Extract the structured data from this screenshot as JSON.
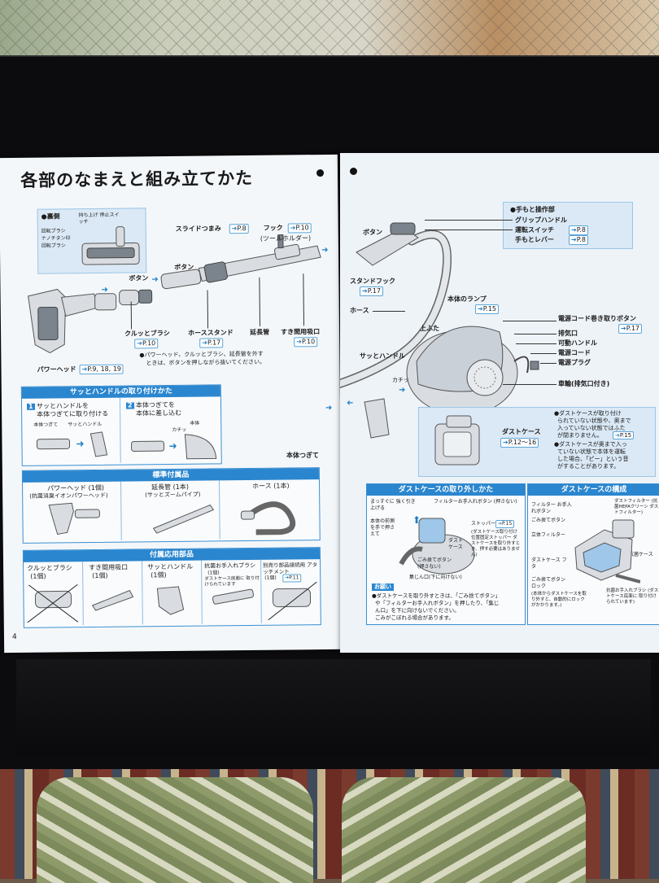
{
  "left_page": {
    "title": "各部のなまえと組み立てかた",
    "page_number": "4",
    "underside_box": {
      "heading": "●裏側",
      "switch_label": "持ち上げ 停止スイッチ",
      "brush_labels": [
        "回転ブラシ",
        "ナノチタン印",
        "回転ブラシ"
      ]
    },
    "parts": {
      "slide_knob": "スライドつまみ",
      "slide_knob_ref": "P.8",
      "hook": "フック",
      "hook_ref": "P.10",
      "hook_sub": "(ツールホルダー)",
      "button_1": "ボタン",
      "button_2": "ボタン",
      "kurutto_brush": "クルッとブラシ",
      "kurutto_ref": "P.10",
      "hose_stand": "ホーススタンド",
      "hose_stand_ref": "P.17",
      "extension_pipe": "延長管",
      "gap_nozzle": "すき間用吸口",
      "gap_nozzle_ref": "P.10",
      "power_head": "パワーヘッド",
      "power_head_ref": "P.9, 18, 19",
      "note_line1": "●パワーヘッド、クルッとブラシ、延長管を外す",
      "note_line2": "ときは、ボタンを押しながら抜いてください。"
    },
    "handle_panel": {
      "title": "サッとハンドルの取り付けかた",
      "step1_num": "1",
      "step1_l1": "サッとハンドルを",
      "step1_l2": "本体つぎてに取り付ける",
      "step1_a": "本体つぎて",
      "step1_b": "サッとハンドル",
      "step2_num": "2",
      "step2_l1": "本体つぎてを",
      "step2_l2": "本体に差し込む",
      "step2_a": "本体",
      "step2_b": "カチッ"
    },
    "standard_panel": {
      "title": "標準付属品",
      "items": [
        {
          "name": "パワーヘッド (1個)",
          "sub": "(抗菌消臭イオンパワーヘッド)"
        },
        {
          "name": "延長管 (1本)",
          "sub": "(サッとズームパイプ)"
        },
        {
          "name": "ホース (1本)",
          "sub": ""
        }
      ]
    },
    "accessory_panel": {
      "title": "付属応用部品",
      "items": [
        {
          "name": "クルッとブラシ",
          "qty": "(1個)",
          "extra": ""
        },
        {
          "name": "すき間用吸口",
          "qty": "(1個)",
          "extra": ""
        },
        {
          "name": "サッとハンドル",
          "qty": "(1個)",
          "extra": ""
        },
        {
          "name": "抗菌お手入れブラシ",
          "qty": "(1個)",
          "extra": "ダストケース底面に 取り付けられています"
        },
        {
          "name": "別売り部品接続用 アタッチメント",
          "qty": "(1個)",
          "extra": "P.11"
        }
      ]
    }
  },
  "right_page": {
    "parts": {
      "hand_section": "●手もと操作部",
      "grip_handle": "グリップハンドル",
      "run_switch": "運転スイッチ",
      "run_switch_ref": "P.8",
      "hand_lever": "手もとレバー",
      "hand_lever_ref": "P.8",
      "button": "ボタン",
      "stand_hook": "スタンドフック",
      "stand_hook_ref": "P.17",
      "hose": "ホース",
      "body_lamp": "本体のランプ",
      "body_lamp_ref": "P.15",
      "top_cover": "上ふた",
      "cord_button": "電源コード巻き取りボタン",
      "cord_button_ref": "P.17",
      "exhaust": "排気口",
      "movable_handle": "可動ハンドル",
      "power_cord": "電源コード",
      "power_plug": "電源プラグ",
      "wheel": "車輪(排気口付き)",
      "satto_handle": "サッとハンドル",
      "click": "カチッ",
      "body_joint": "本体つぎて"
    },
    "dust_box": {
      "label": "ダストケース",
      "ref": "P.12～16",
      "note1_lines": [
        "●ダストケースが取り付け",
        "られていない状態や、奥まで",
        "入っていない状態ではふた",
        "が閉まりません。"
      ],
      "note1_ref": "P.15",
      "note2_lines": [
        "●ダストケースが奥まで入っ",
        "ていない状態で本体を運転",
        "した場合、「ピー」という音",
        "がすることがあります。"
      ]
    },
    "removal_panel": {
      "title": "ダストケースの取り外しかた",
      "step2": "まっすぐに 強く引き上げる",
      "step1": "本体の前側を手で押さえて",
      "filter_button": "フィルターお手入れボタン (押さない)",
      "dust_case": "ダスト ケース",
      "dust_button": "ごみ捨てボタン (押さない)",
      "stopper": "ストッパー",
      "stopper_ref": "P.15",
      "stopper_note": "(ダストケース取り付け 位置固定ストッパー ダストケースを取り外すとき、押す必要はありません)",
      "collect": "集じん口(下に向けない)",
      "notice_title": "お願い",
      "notice_lines": [
        "●ダストケースを取り外すときは、「ごみ捨てボタン」",
        "や「フィルターお手入れボタン」を押したり、「集じ",
        "ん口」を下に向けないでください。",
        "ごみがこぼれる場合があります。"
      ]
    },
    "structure_panel": {
      "title": "ダストケースの構成",
      "labels": [
        "フィルター お手入れボタン",
        "ごみ捨てボタン",
        "立体フィルター",
        "ダストケース フタ",
        "ごみ捨てボタン ロック",
        "ダストフィルター (抗菌HEPAクリーン ダストフィルター)",
        "抗菌ケース",
        "抗菌お手入れブラシ (ダストケース底面に 取り付けられています)"
      ],
      "lock_note": "(本体からダストケースを取り外すと、自動的にロックがかかります。)"
    }
  },
  "colors": {
    "accent_blue": "#2a86cf",
    "panel_tint": "#dbe9f6",
    "board_black": "#0c0c0e"
  }
}
